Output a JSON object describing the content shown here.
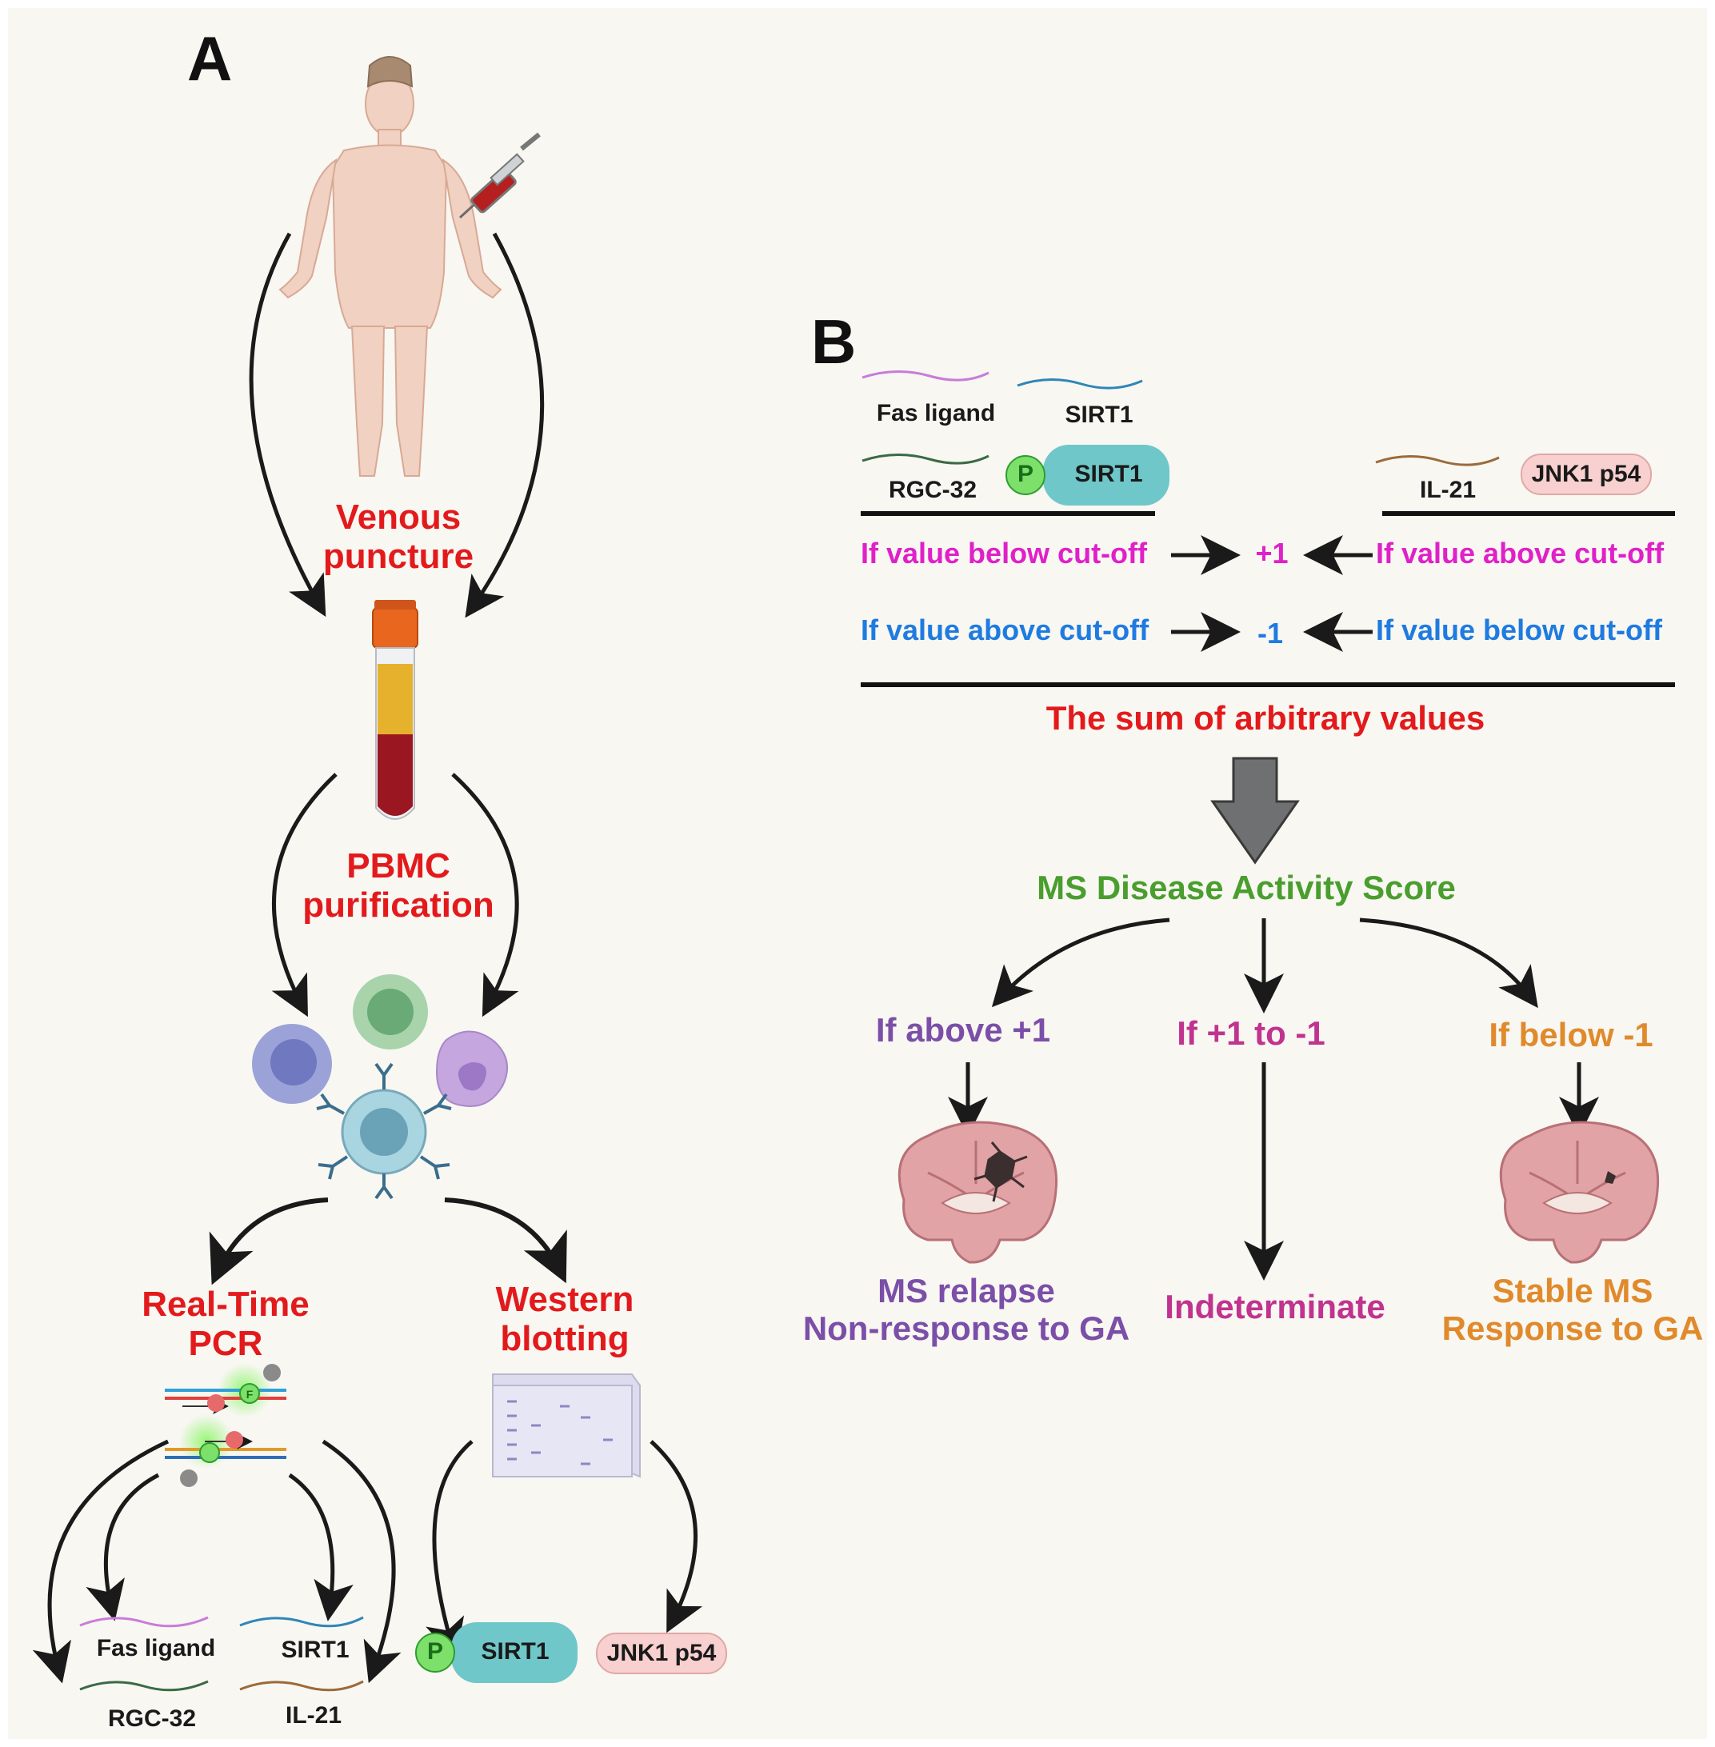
{
  "panel_a": {
    "letter": "A",
    "venous_line1": "Venous",
    "venous_line2": "puncture",
    "pbmc_line1": "PBMC",
    "pbmc_line2": "purification",
    "rtpcr_line1": "Real-Time",
    "rtpcr_line2": "PCR",
    "western_line1": "Western",
    "western_line2": "blotting",
    "mrna": [
      "Fas ligand",
      "SIRT1",
      "RGC-32",
      "IL-21"
    ],
    "protein_sirt1": "SIRT1",
    "protein_p": "P",
    "protein_jnk": "JNK1 p54",
    "pcr_f": "F"
  },
  "panel_b": {
    "letter": "B",
    "genes_left": [
      "Fas ligand",
      "SIRT1",
      "RGC-32"
    ],
    "protein_sirt1": "SIRT1",
    "protein_p": "P",
    "genes_right": [
      "IL-21"
    ],
    "protein_jnk": "JNK1 p54",
    "rule_pos_left": "If value below cut-off",
    "rule_pos_value": "+1",
    "rule_pos_right": "If value above cut-off",
    "rule_neg_left": "If value above cut-off",
    "rule_neg_value": "-1",
    "rule_neg_right": "If value below cut-off",
    "sum_label": "The sum of arbitrary values",
    "score_title": "MS Disease Activity Score",
    "branch_above": "If above +1",
    "branch_mid": "If +1 to -1",
    "branch_below": "If below -1",
    "outcome_relapse_line1": "MS relapse",
    "outcome_relapse_line2": "Non-response to GA",
    "outcome_indeterminate": "Indeterminate",
    "outcome_stable_line1": "Stable MS",
    "outcome_stable_line2": "Response to GA"
  },
  "colors": {
    "background": "#f8f7f2",
    "red_label": "#e31a1c",
    "pink_rule": "#e020c8",
    "blue_rule": "#1e7be0",
    "score_green": "#4a9e2e",
    "purple": "#7b4fa8",
    "magenta": "#c0338f",
    "orange": "#e08a2c",
    "gray_arrow": "#6e7072"
  }
}
